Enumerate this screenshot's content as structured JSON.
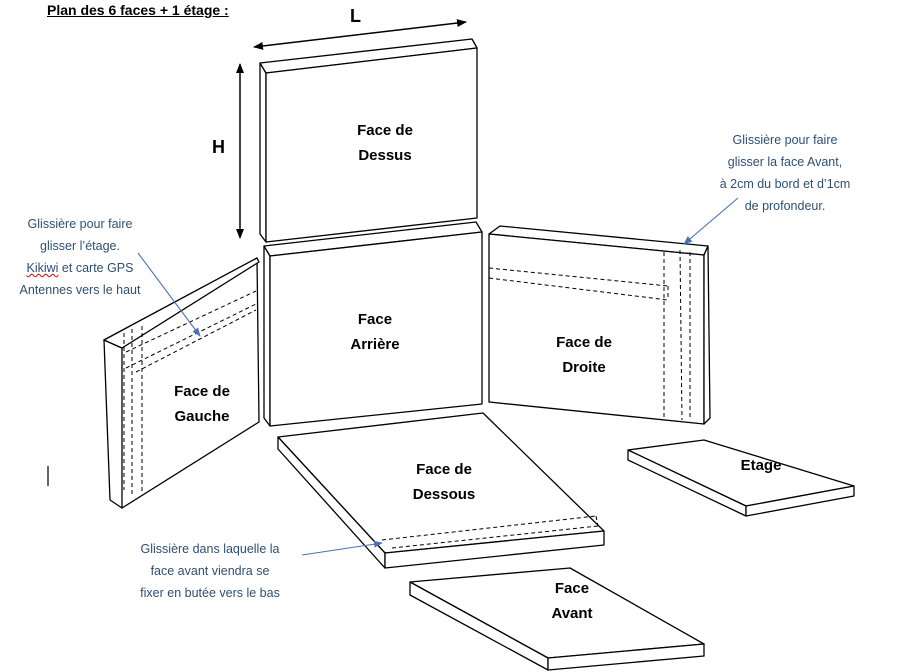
{
  "title": "Plan des 6 faces + 1 étage :",
  "dimensions": {
    "length": "L",
    "height": "H"
  },
  "faces": {
    "top": [
      "Face de",
      "Dessus"
    ],
    "back": [
      "Face",
      "Arrière"
    ],
    "left": [
      "Face de",
      "Gauche"
    ],
    "right": [
      "Face de",
      "Droite"
    ],
    "bottom": [
      "Face de",
      "Dessous"
    ],
    "front": [
      "Face",
      "Avant"
    ],
    "shelf": "Etage"
  },
  "notes": {
    "left_slot": {
      "line1": "Glissière pour faire",
      "line2": "glisser l’étage.",
      "line3_word": "Kikiwi",
      "line3_rest": " et carte GPS",
      "line4": "Antennes vers le haut"
    },
    "right_slot": [
      "Glissière pour faire",
      "glisser la face Avant,",
      "à 2cm du bord et d’1cm",
      "de profondeur."
    ],
    "bottom_slot": [
      "Glissière dans laquelle la",
      "face avant viendra se",
      "fixer en butée vers le bas"
    ]
  },
  "colors": {
    "annotation_text": "#2e4f74",
    "pointer_line": "#4a72b0"
  }
}
